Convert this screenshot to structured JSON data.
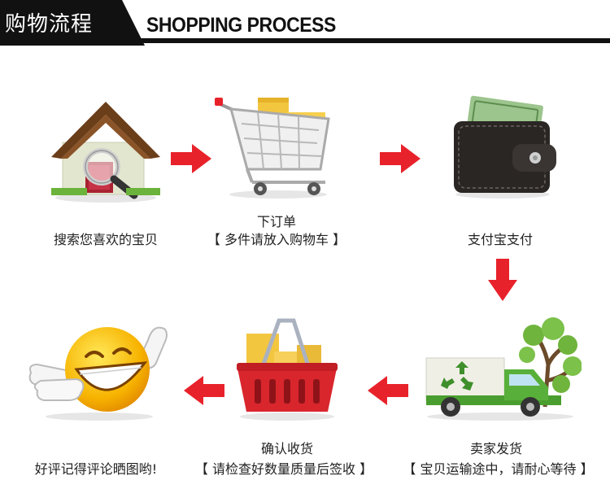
{
  "header": {
    "title_cn": "购物流程",
    "title_en": "SHOPPING PROCESS"
  },
  "colors": {
    "arrow": "#e8222b",
    "banner": "#111111"
  },
  "steps": [
    {
      "icon": "house-search-icon",
      "label": "搜索您喜欢的宝贝"
    },
    {
      "icon": "shopping-cart-icon",
      "label": "下订单",
      "sublabel": "【 多件请放入购物车 】"
    },
    {
      "icon": "wallet-icon",
      "label": "支付宝支付"
    },
    {
      "icon": "delivery-truck-icon",
      "label": "卖家发货",
      "sublabel": "【 宝贝运输途中，请耐心等待 】"
    },
    {
      "icon": "shopping-basket-icon",
      "label": "确认收货",
      "sublabel": "【 请检查好数量质量后签收 】"
    },
    {
      "icon": "smiley-thumbs-up-icon",
      "label": "好评记得评论晒图哟!"
    }
  ]
}
